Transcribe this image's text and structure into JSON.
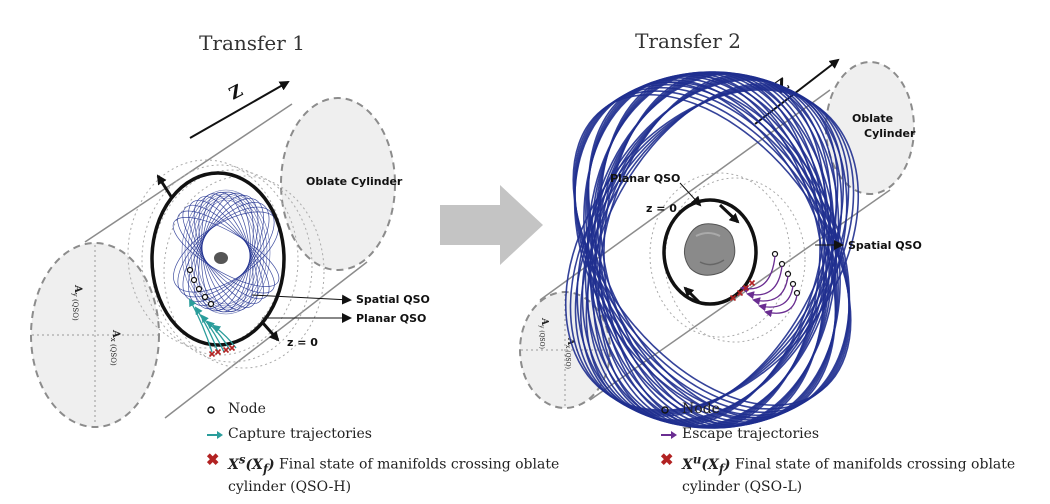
{
  "panels": [
    {
      "title": "Transfer 1",
      "axis_label": "Z",
      "cylinder_label": "Oblate Cylinder",
      "spatial_label": "Spatial QSO",
      "planar_label": "Planar QSO",
      "z0_label": "z = 0",
      "ay_label": "A",
      "ay_sub": "y (QSO)",
      "ax_label": "A",
      "ax_sub": "x (QSO)",
      "trajectory_color": "#2a9d9b"
    },
    {
      "title": "Transfer 2",
      "axis_label": "Z",
      "cylinder_label_1": "Oblate",
      "cylinder_label_2": "Cylinder",
      "spatial_label": "Spatial QSO",
      "planar_label": "Planar QSO",
      "z0_label": "z = 0",
      "ay_label": "A",
      "ay_sub": "y (QSO)",
      "ax_label": "A",
      "ax_sub": "x (QSO)",
      "trajectory_color": "#6a2d91"
    }
  ],
  "legend_left": {
    "node": "Node",
    "trajectories": "Capture trajectories",
    "final_symbol": "X",
    "final_sup": "s",
    "final_arg": "(X",
    "final_arg_sub": "f",
    "final_close": ")",
    "final_text": "Final state of manifolds crossing oblate",
    "final_text_2": "cylinder (QSO-H)"
  },
  "legend_right": {
    "node": "Node",
    "trajectories": "Escape trajectories",
    "final_symbol": "X",
    "final_sup": "u",
    "final_arg": "(X",
    "final_arg_sub": "f",
    "final_close": ")",
    "final_text": "Final state of manifolds crossing oblate",
    "final_text_2": "cylinder (QSO-L)"
  },
  "colors": {
    "qso_blue": "#1f2f8f",
    "cross_red": "#b22222",
    "cylinder_fill": "#efefef",
    "cylinder_edge": "#8c8c8c",
    "arrow_gray": "#c4c4c4"
  },
  "icons": {
    "node": "open-circle-icon",
    "trajectory": "arrow-icon",
    "final": "red-cross-icon"
  }
}
